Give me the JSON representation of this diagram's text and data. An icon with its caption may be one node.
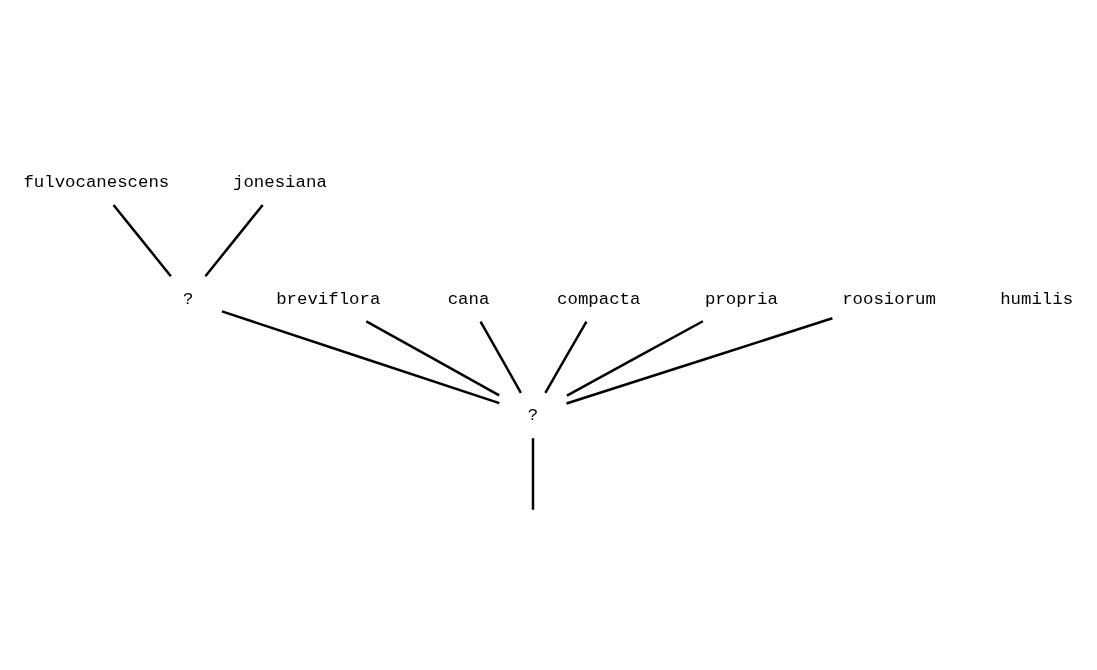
{
  "diagram": {
    "nodes": [
      {
        "text": [
          "fulvocanescens"
        ]
      },
      {
        "text": [
          "jonesiana"
        ]
      },
      {
        "text": [
          "?"
        ]
      },
      {
        "text": [
          "breviflora"
        ]
      },
      {
        "text": [
          "cana"
        ]
      },
      {
        "text": [
          "compacta"
        ]
      },
      {
        "text": [
          "propria"
        ]
      },
      {
        "text": [
          "roosiorum"
        ]
      },
      {
        "text": [
          "?"
        ]
      }
    ],
    "edges": [
      {
        "from": 8,
        "to": 3,
        "arrow": "none"
      },
      {
        "from": 8,
        "to": 4,
        "arrow": "none"
      },
      {
        "from": 8,
        "to": 2,
        "arrow": "none"
      },
      {
        "from": 2,
        "to": 0,
        "arrow": "none"
      },
      {
        "from": 2,
        "to": 1,
        "arrow": "none"
      },
      {
        "from": 8,
        "to": 5,
        "arrow": "none"
      },
      {
        "from": 8,
        "to": 6,
        "arrow": "none"
      },
      {
        "from": 8,
        "to": 7,
        "arrow": "none"
      },
      {
        "from": null,
        "to": 8,
        "arrow": "none"
      }
    ],
    "labels": [
      "humilis"
    ]
  }
}
